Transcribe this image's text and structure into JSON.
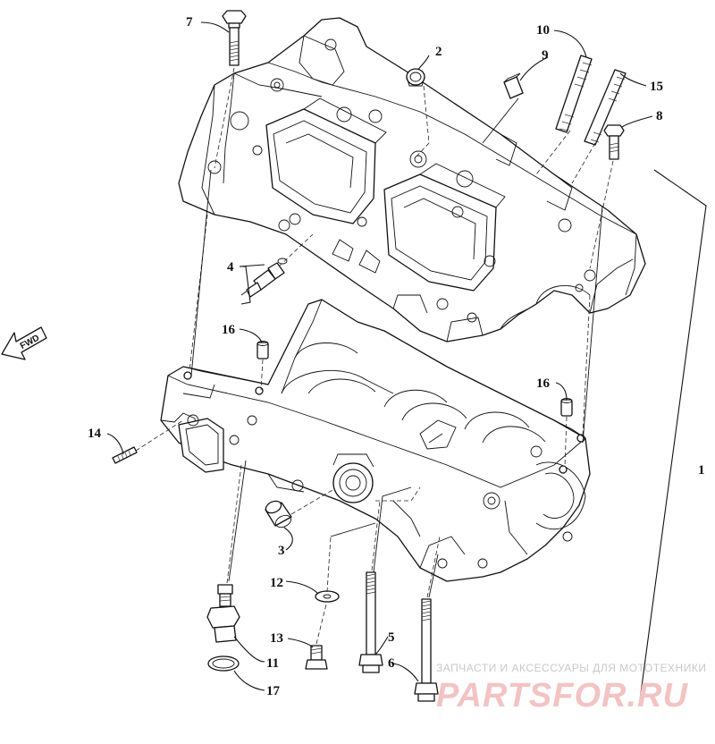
{
  "callouts": {
    "c1": "1",
    "c2": "2",
    "c3": "3",
    "c4": "4",
    "c5": "5",
    "c6": "6",
    "c7": "7",
    "c8": "8",
    "c9": "9",
    "c10": "10",
    "c11": "11",
    "c12": "12",
    "c13": "13",
    "c14": "14",
    "c15": "15",
    "c16a": "16",
    "c16b": "16",
    "c17": "17"
  },
  "direction_label": "FWD",
  "watermark": {
    "tagline": "ЗАПЧАСТИ И АКСЕССУАРЫ ДЛЯ МОТОТЕХНИКИ",
    "brand": "PARTSFOR.RU",
    "brand_color": "#e07070"
  }
}
